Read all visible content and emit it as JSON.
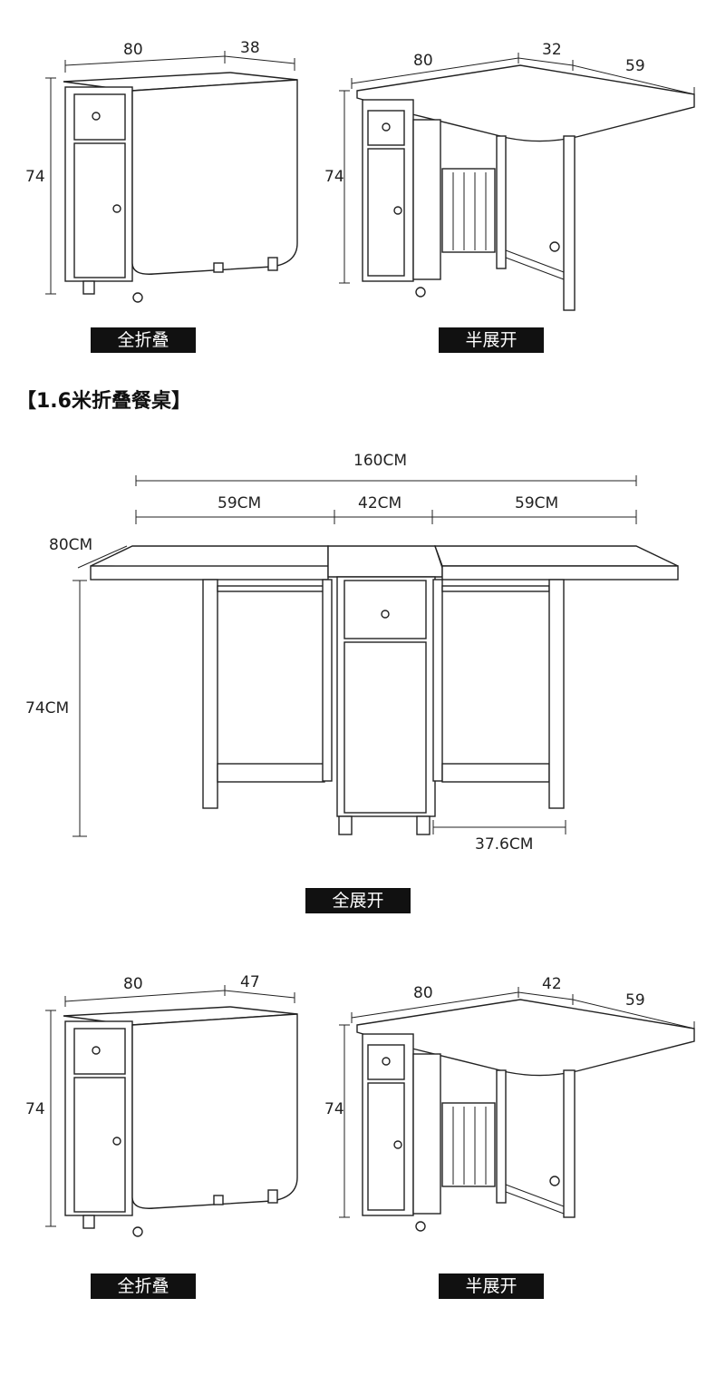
{
  "section_top": {
    "left": {
      "width": "80",
      "depth": "38",
      "height": "74",
      "label": "全折叠"
    },
    "right": {
      "width": "80",
      "mid": "32",
      "leaf": "59",
      "height": "74",
      "label": "半展开"
    }
  },
  "section_title": "【1.6米折叠餐桌】",
  "section_full": {
    "total": "160CM",
    "left_leaf": "59CM",
    "center": "42CM",
    "right_leaf": "59CM",
    "depth": "80CM",
    "height": "74CM",
    "leg_span": "37.6CM",
    "label": "全展开"
  },
  "section_bottom": {
    "left": {
      "width": "80",
      "depth": "47",
      "height": "74",
      "label": "全折叠"
    },
    "right": {
      "width": "80",
      "mid": "42",
      "leaf": "59",
      "height": "74",
      "label": "半展开"
    }
  }
}
